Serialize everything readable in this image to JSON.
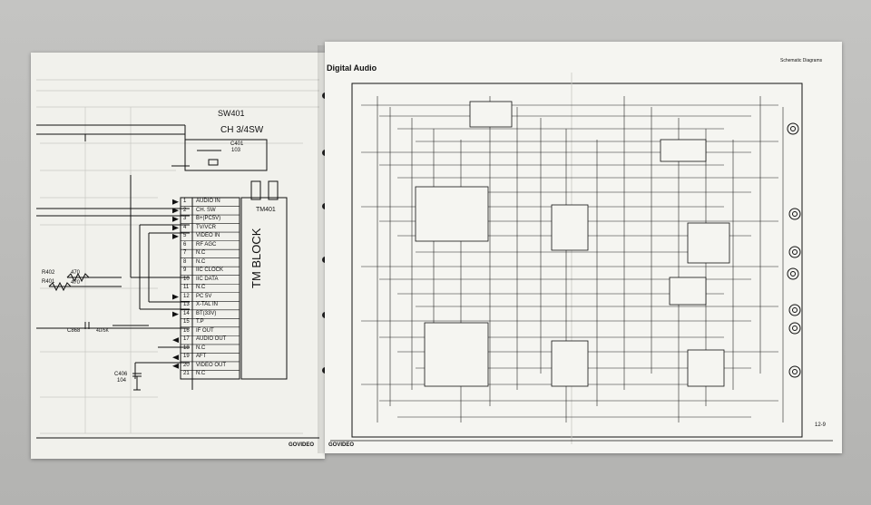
{
  "left_page": {
    "switch_ref": "SW401",
    "switch_label": "CH 3/4SW",
    "cap_c401": "C401",
    "cap_c401_val": "103",
    "block_ref": "TM401",
    "block_name": "TM BLOCK",
    "resistors": [
      "R402",
      "R401"
    ],
    "resistor_values": [
      "470",
      "470"
    ],
    "c868": "C868",
    "c868_val": "4D/5K",
    "c406": "C406",
    "c406_val": "104",
    "pins": [
      {
        "num": "1",
        "label": "AUDIO IN"
      },
      {
        "num": "2",
        "label": "CH. SW"
      },
      {
        "num": "3",
        "label": "B+(PC5V)"
      },
      {
        "num": "4",
        "label": "TV/VCR"
      },
      {
        "num": "5",
        "label": "VIDEO IN"
      },
      {
        "num": "6",
        "label": "RF AGC"
      },
      {
        "num": "7",
        "label": "N.C"
      },
      {
        "num": "8",
        "label": "N.C"
      },
      {
        "num": "9",
        "label": "IIC CLOCK"
      },
      {
        "num": "10",
        "label": "IIC DATA"
      },
      {
        "num": "11",
        "label": "N.C"
      },
      {
        "num": "12",
        "label": "PC 5V"
      },
      {
        "num": "13",
        "label": "X-TAL IN"
      },
      {
        "num": "14",
        "label": "BT(33V)"
      },
      {
        "num": "15",
        "label": "T.P"
      },
      {
        "num": "16",
        "label": "IF OUT"
      },
      {
        "num": "17",
        "label": "AUDIO OUT"
      },
      {
        "num": "18",
        "label": "N.C"
      },
      {
        "num": "19",
        "label": "AFT"
      },
      {
        "num": "20",
        "label": "VIDEO OUT"
      },
      {
        "num": "21",
        "label": "N.C"
      }
    ],
    "footer_brand": "GOVIDEO"
  },
  "right_page": {
    "section_title": "Digital Audio",
    "header_right": "Schematic Diagrams",
    "footer_brand": "GOVIDEO",
    "page_number": "12-9"
  }
}
